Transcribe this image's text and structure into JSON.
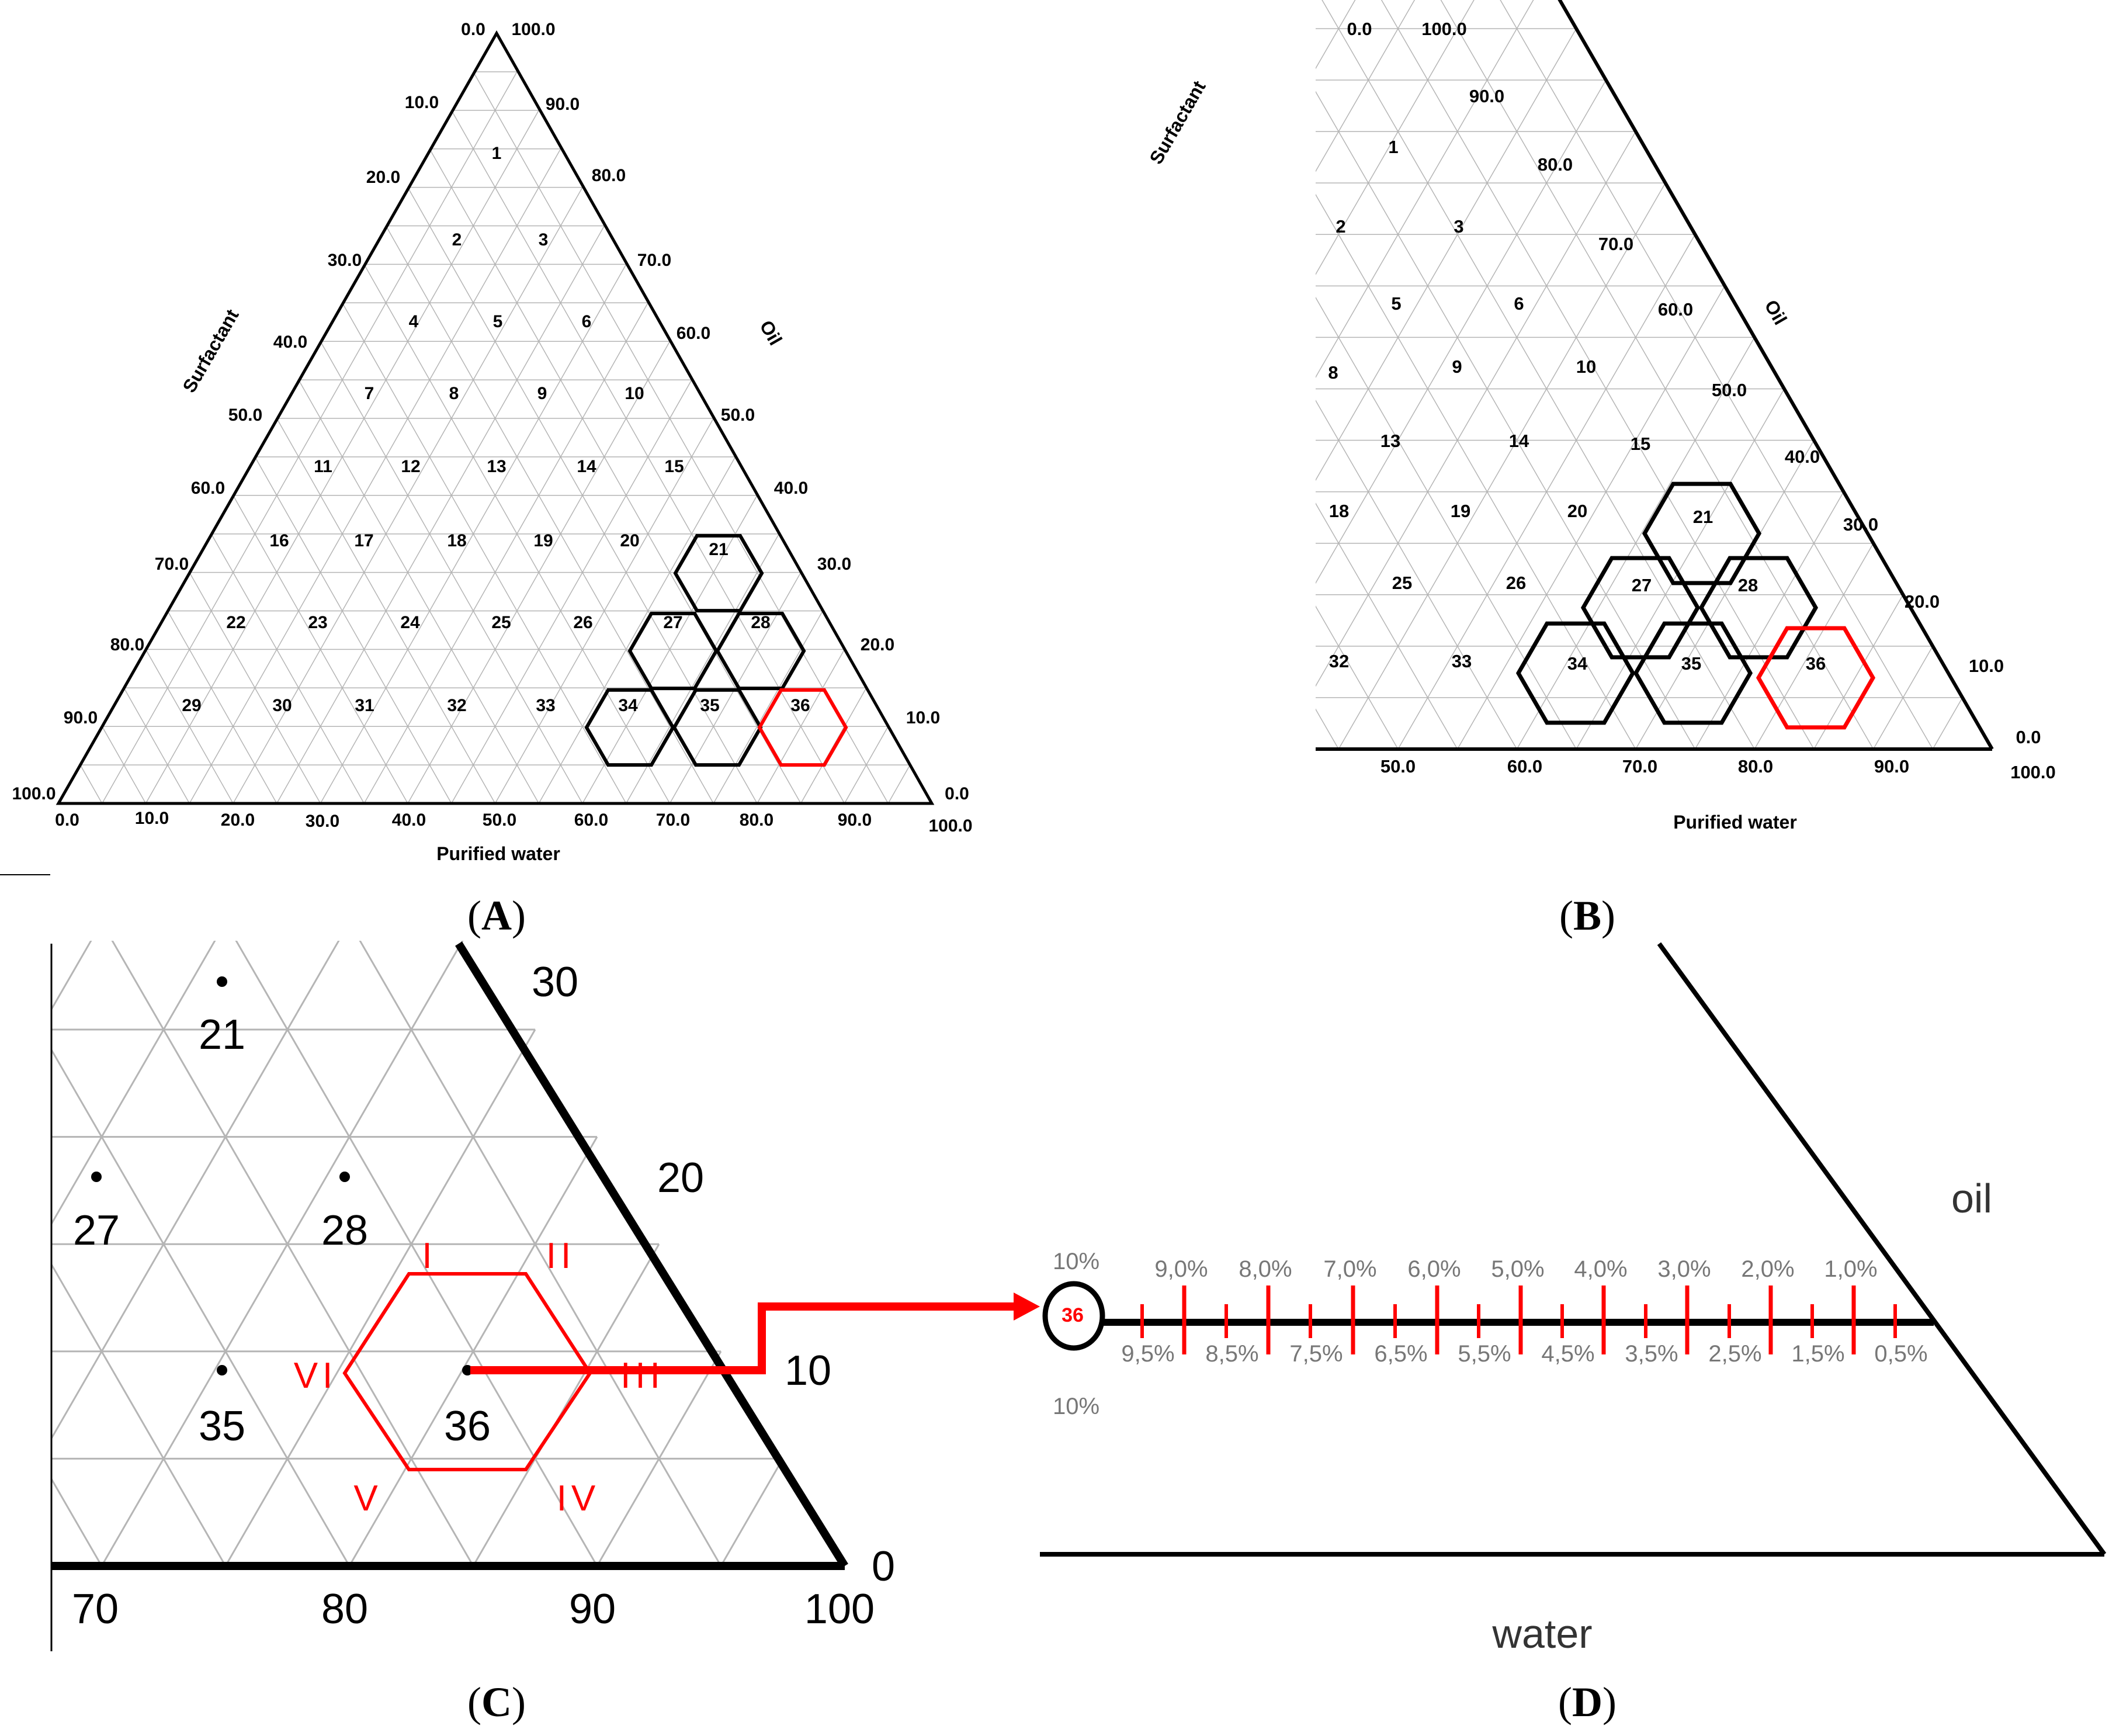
{
  "panels": {
    "A": {
      "caption_letter": "A",
      "left_axis_label": "Surfactant",
      "right_axis_label": "Oil",
      "bottom_axis_label": "Purified water",
      "left_ticks": [
        "0.0",
        "10.0",
        "20.0",
        "30.0",
        "40.0",
        "50.0",
        "60.0",
        "70.0",
        "80.0",
        "90.0",
        "100.0"
      ],
      "right_ticks": [
        "100.0",
        "90.0",
        "80.0",
        "70.0",
        "60.0",
        "50.0",
        "40.0",
        "30.0",
        "20.0",
        "10.0",
        "0.0"
      ],
      "bottom_ticks": [
        "0.0",
        "10.0",
        "20.0",
        "30.0",
        "40.0",
        "50.0",
        "60.0",
        "70.0",
        "80.0",
        "90.0",
        "100.0"
      ],
      "points": [
        "1",
        "2",
        "3",
        "4",
        "5",
        "6",
        "7",
        "8",
        "9",
        "10",
        "11",
        "12",
        "13",
        "14",
        "15",
        "16",
        "17",
        "18",
        "19",
        "20",
        "21",
        "22",
        "23",
        "24",
        "25",
        "26",
        "27",
        "28",
        "29",
        "30",
        "31",
        "32",
        "33",
        "34",
        "35",
        "36"
      ],
      "black_hex": [
        "21",
        "27",
        "28",
        "34",
        "35"
      ],
      "red_hex": [
        "36"
      ]
    },
    "B": {
      "caption_letter": "B",
      "left_axis_label": "Surfactant",
      "right_axis_label": "Oil",
      "bottom_axis_label": "Purified water",
      "top_ticks": [
        "0.0",
        "100.0"
      ],
      "right_ticks": [
        "90.0",
        "80.0",
        "70.0",
        "60.0",
        "50.0",
        "40.0",
        "30.0",
        "20.0",
        "10.0",
        "0.0"
      ],
      "bottom_ticks": [
        "50.0",
        "60.0",
        "70.0",
        "80.0",
        "90.0",
        "100.0"
      ],
      "points": [
        "1",
        "2",
        "3",
        "5",
        "6",
        "8",
        "9",
        "10",
        "13",
        "14",
        "15",
        "18",
        "19",
        "20",
        "21",
        "25",
        "26",
        "27",
        "28",
        "32",
        "33",
        "34",
        "35",
        "36"
      ]
    },
    "C": {
      "caption_letter": "C",
      "points": [
        "21",
        "27",
        "28",
        "35",
        "36"
      ],
      "right_ticks": [
        "30",
        "20",
        "10",
        "0"
      ],
      "bottom_ticks": [
        "70",
        "80",
        "90",
        "100"
      ],
      "hex_vertex_labels": [
        "I",
        "II",
        "III",
        "IV",
        "V",
        "VI"
      ]
    },
    "D": {
      "caption_letter": "D",
      "oil_label": "oil",
      "water_label": "water",
      "point_label": "36",
      "circle_top_label": "10%",
      "circle_bottom_label": "10%",
      "top_percents": [
        "9,0%",
        "8,0%",
        "7,0%",
        "6,0%",
        "5,0%",
        "4,0%",
        "3,0%",
        "2,0%",
        "1,0%"
      ],
      "bottom_percents": [
        "9,5%",
        "8,5%",
        "7,5%",
        "6,5%",
        "5,5%",
        "4,5%",
        "3,5%",
        "2,5%",
        "1,5%",
        "0,5%"
      ]
    }
  },
  "colors": {
    "highlight": "#ff0000",
    "grid": "#b5b5b5",
    "frame": "#000000"
  }
}
